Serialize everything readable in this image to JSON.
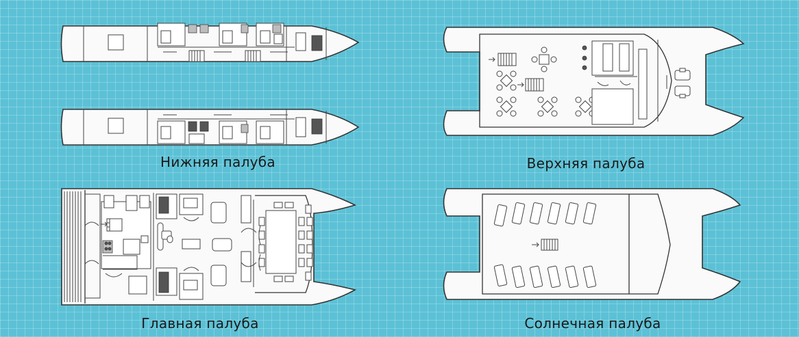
{
  "decks": {
    "lower": {
      "label": "Нижняя палуба"
    },
    "upper": {
      "label": "Верхняя палуба"
    },
    "main": {
      "label": "Главная палуба"
    },
    "sun": {
      "label": "Солнечная палуба"
    }
  },
  "colors": {
    "background": "#5cc1d6",
    "grid": "#8ad3e3",
    "hull_fill": "#fafafa",
    "line": "#333333",
    "text": "#1a1a1a"
  }
}
